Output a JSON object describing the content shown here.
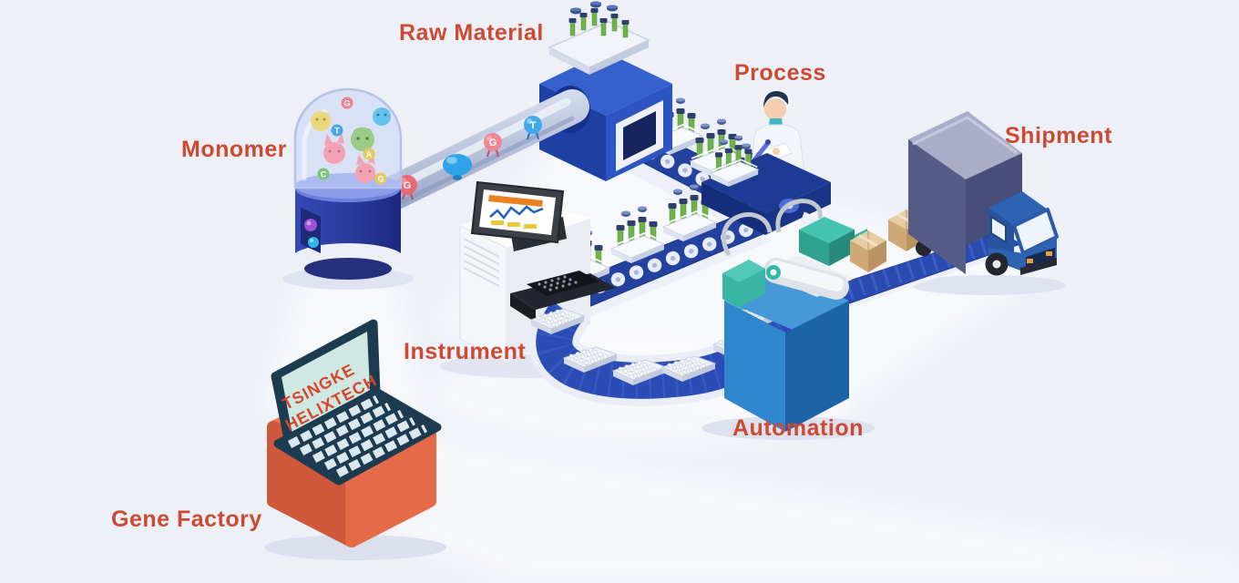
{
  "labels": {
    "monomer": "Monomer",
    "raw_material": "Raw Material",
    "process": "Process",
    "shipment": "Shipment",
    "instrument": "Instrument",
    "automation": "Automation",
    "gene_factory": "Gene Factory"
  },
  "laptop_screen": {
    "line1": "TSINGKE",
    "line2": "HELIXTECH"
  },
  "monomer_letters": {
    "g": "G",
    "t": "T",
    "c": "C",
    "a": "A"
  },
  "tube_monomers": [
    "G",
    "G",
    "T"
  ],
  "colors": {
    "background": "#eef0f8",
    "label_text": "#cb4a31",
    "laptop_screen_text": "#d5462c",
    "laptop_navy": "#1c3b50",
    "screen_mint": "#cfe8e2",
    "cube_orange": "#e86f4d",
    "capsule_base_blue": "#28399b",
    "tube_gray": "#b7c1da",
    "machine_blue": "#1f41a4",
    "machine_blue_light": "#2c55c4",
    "conveyor_blue": "#2a4cb4",
    "automation_blue": "#2f86cc",
    "teal": "#35b7a5",
    "test_tube_green": "#6fb24a",
    "cardboard": "#d9b98c",
    "truck_cab_blue": "#2e63b2",
    "truck_cargo_gray": "#575c87",
    "screen_chart_orange": "#e8821e",
    "screen_chart_blue": "#1f5fc8",
    "screen_button_yellow": "#e8c83c"
  }
}
